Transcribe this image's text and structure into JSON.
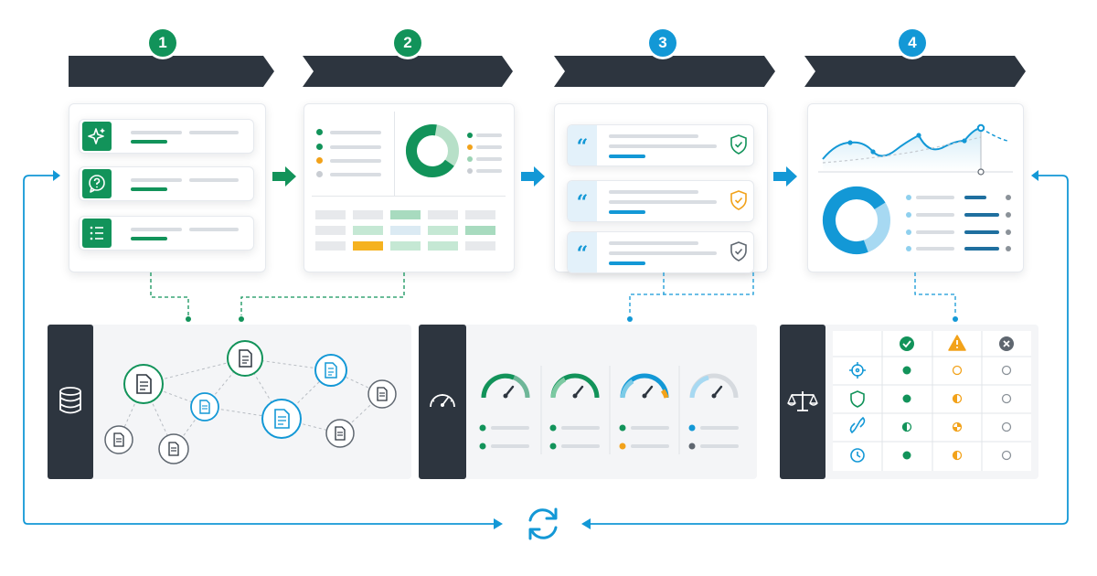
{
  "steps": [
    {
      "number": "1",
      "color": "#12935a"
    },
    {
      "number": "2",
      "color": "#12935a"
    },
    {
      "number": "3",
      "color": "#1398d6"
    },
    {
      "number": "4",
      "color": "#1398d6"
    }
  ],
  "colors": {
    "green": "#12935a",
    "blue": "#1398d6",
    "dark": "#2d353f",
    "amber": "#f2a21a",
    "grey": "#d9dde2"
  },
  "icons": {
    "step1": [
      "sparkle-icon",
      "question-icon",
      "list-icon"
    ],
    "step3": [
      "quote-icon",
      "shield-check-icon"
    ],
    "bottom": [
      "database-icon",
      "gauge-icon",
      "scales-icon",
      "sync-icon"
    ],
    "matrix_header": [
      "check-circle-icon",
      "warning-icon",
      "x-circle-icon"
    ],
    "matrix_rows": [
      "target-icon",
      "shield-icon",
      "link-icon",
      "clock-icon"
    ]
  }
}
